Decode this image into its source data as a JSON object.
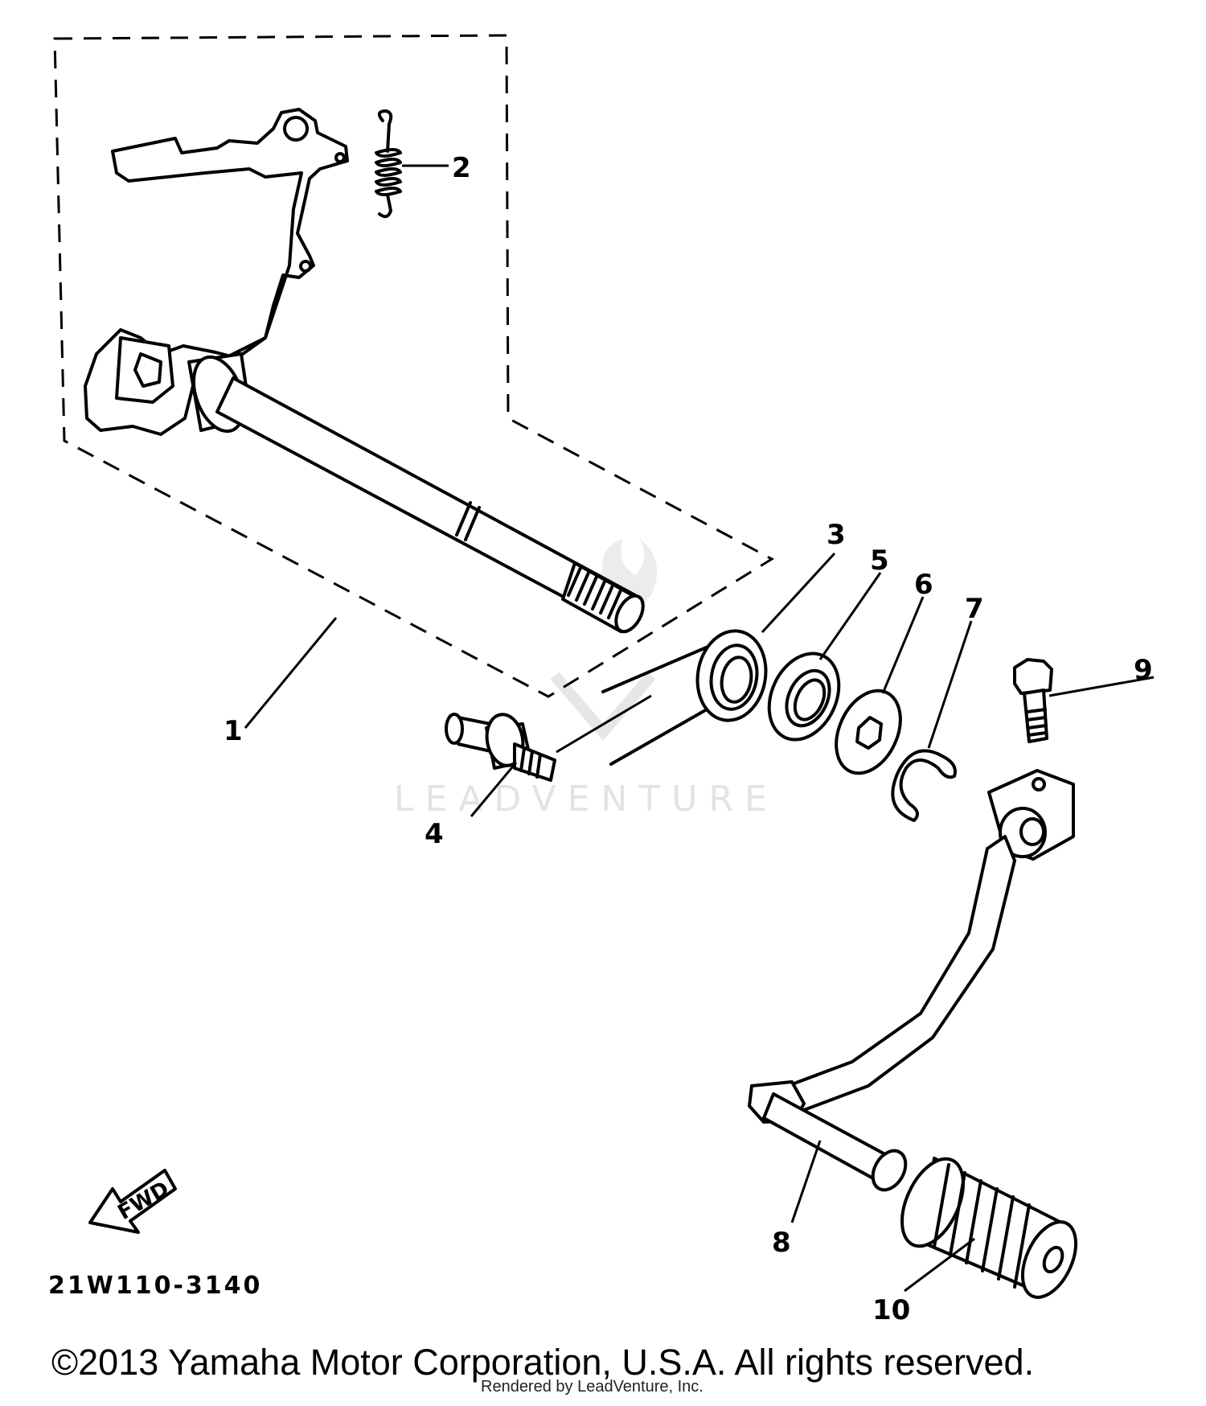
{
  "callouts": {
    "part_1": "1",
    "part_2": "2",
    "part_3": "3",
    "part_4": "4",
    "part_5": "5",
    "part_6": "6",
    "part_7": "7",
    "part_8": "8",
    "part_9": "9",
    "part_10": "10"
  },
  "direction_label": "FWD",
  "diagram_code": "21W110-3140",
  "copyright": "©2013 Yamaha Motor Corporation, U.S.A. All rights reserved.",
  "watermark": "LEADVENTURE",
  "rendered_by": "Rendered by LeadVenture, Inc."
}
